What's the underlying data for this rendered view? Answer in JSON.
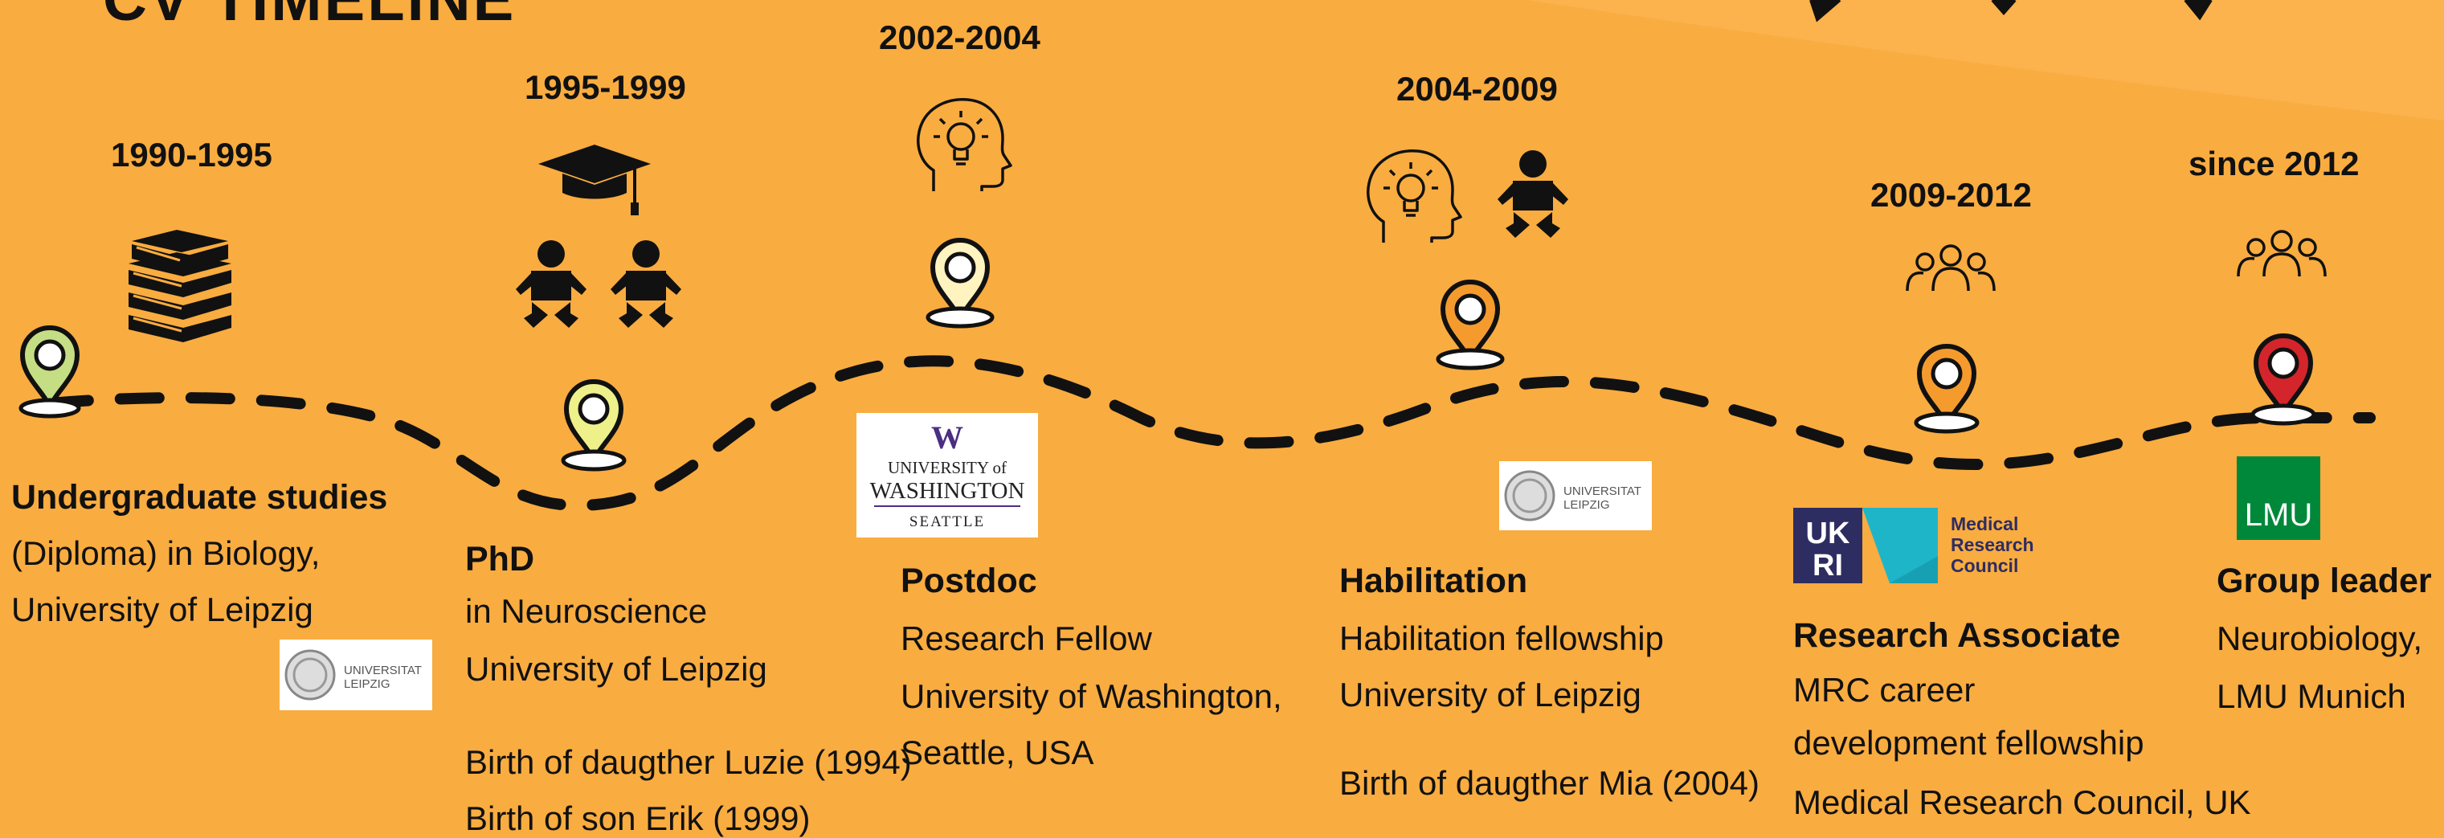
{
  "title": "CV TIMELINE",
  "milestones": [
    {
      "period": "1990-1995",
      "heading": "Undergraduate studies",
      "lines": [
        "(Diploma) in Biology,",
        "University of Leipzig"
      ],
      "icons": [
        "books-icon"
      ],
      "pin_color": "#C5DE84",
      "logo": {
        "line1": "UNIVERSITAT",
        "line2": "LEIPZIG"
      }
    },
    {
      "period": "1995-1999",
      "heading": "PhD",
      "lines": [
        "in Neuroscience",
        "University of Leipzig"
      ],
      "extra": [
        "Birth of daugther Luzie (1994)",
        "Birth of son Erik (1999)"
      ],
      "icons": [
        "graduation-cap-icon",
        "baby-icon",
        "baby-icon"
      ],
      "pin_color": "#EEF08A"
    },
    {
      "period": "2002-2004",
      "heading": "Postdoc",
      "lines": [
        "Research Fellow",
        "University of Washington,",
        "Seattle, USA"
      ],
      "icons": [
        "head-lightbulb-icon"
      ],
      "pin_color": "#FFF3C0",
      "logo": {
        "mark": "W",
        "line1": "UNIVERSITY of",
        "line2": "WASHINGTON",
        "line3": "SEATTLE"
      }
    },
    {
      "period": "2004-2009",
      "heading": "Habilitation",
      "lines": [
        "Habilitation fellowship",
        "University of Leipzig"
      ],
      "extra": [
        "Birth of daugther Mia (2004)"
      ],
      "icons": [
        "head-lightbulb-icon",
        "baby-icon"
      ],
      "pin_color": "#F59B2E",
      "logo": {
        "line1": "UNIVERSITAT",
        "line2": "LEIPZIG"
      }
    },
    {
      "period": "2009-2012",
      "heading": "Research Associate",
      "lines": [
        "MRC career",
        "development fellowship",
        "Medical Research Council, UK"
      ],
      "icons": [
        "group-icon"
      ],
      "pin_color": "#F59B2E",
      "logo": {
        "mark": "UKRI",
        "line1": "Medical",
        "line2": "Research",
        "line3": "Council"
      }
    },
    {
      "period": "since 2012",
      "heading": "Group leader",
      "lines": [
        "Neurobiology,",
        "LMU Munich"
      ],
      "icons": [
        "group-icon"
      ],
      "pin_color": "#D3252B",
      "logo": {
        "mark": "LMU"
      }
    }
  ],
  "colors": {
    "background": "#F9AC40",
    "ink": "#111111",
    "uw_purple": "#4B2E83",
    "lmu_green": "#00883A",
    "ukri_navy": "#2E2D62",
    "mrc_teal": "#1FB5C9"
  }
}
